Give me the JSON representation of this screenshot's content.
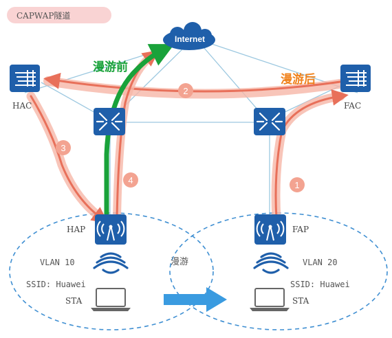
{
  "header": {
    "title": "CAPWAP隧道"
  },
  "internet": {
    "label": "Internet"
  },
  "nodes": {
    "hac": "HAC",
    "fac": "FAC",
    "hap": "HAP",
    "fap": "FAP",
    "sta_left": "STA",
    "sta_right": "STA"
  },
  "vlans": {
    "left": {
      "vlan": "VLAN 10",
      "ssid": "SSID: Huawei"
    },
    "right": {
      "vlan": "VLAN 20",
      "ssid": "SSID: Huawei"
    }
  },
  "annotations": {
    "before_roam": "漫游前",
    "after_roam": "漫游后",
    "roam": "漫游"
  },
  "steps": [
    "1",
    "2",
    "3",
    "4"
  ],
  "colors": {
    "device_blue": "#1f5faa",
    "link_line": "#9cc8e0",
    "path_red": "#e8705a",
    "path_glow": "#f6b7a8",
    "green": "#19a23a",
    "orange": "#f0831e",
    "dashed_blue": "#3f8fd2",
    "arrow_blue": "#3a9be0",
    "title_pill": "#f9d3d3"
  }
}
